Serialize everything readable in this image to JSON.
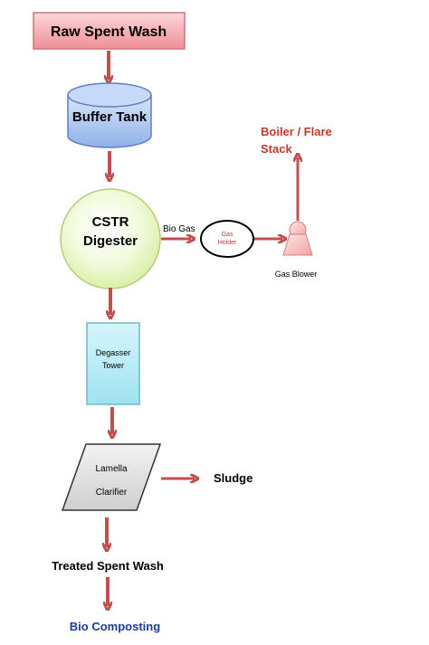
{
  "nodes": {
    "raw_spent_wash": "Raw Spent Wash",
    "buffer_tank": "Buffer Tank",
    "cstr_line1": "CSTR",
    "cstr_line2": "Digester",
    "bio_gas": "Bio Gas",
    "gas_holder_line1": "Gas",
    "gas_holder_line2": "Holder",
    "gas_blower": "Gas Blower",
    "boiler_line1": "Boiler / Flare",
    "boiler_line2": "Stack",
    "degasser_line1": "Degasser",
    "degasser_line2": "Tower",
    "lamella_line1": "Lamella",
    "lamella_line2": "Clarifier",
    "sludge": "Sludge",
    "treated_spent_wash": "Treated Spent Wash",
    "bio_composting": "Bio Composting"
  },
  "colors": {
    "arrow": "#c0504d",
    "raw_fill": "#f2a2a9",
    "tank_fill": "#a9c4ee",
    "cstr_fill": "#e6f5c4",
    "degasser_fill": "#b7ecf6",
    "lamella_fill": "#d9d9d9",
    "red_text": "#c0392b",
    "blue_text": "#1f3b99"
  }
}
